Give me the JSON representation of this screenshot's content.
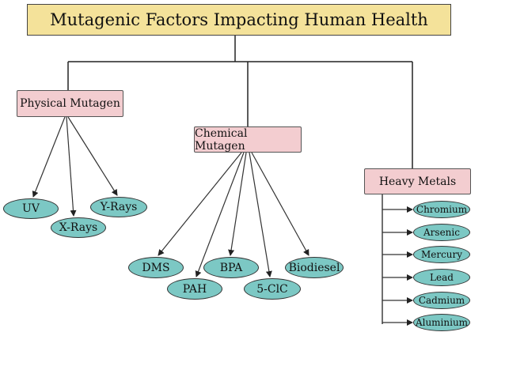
{
  "title": "Mutagenic Factors Impacting Human Health",
  "categories": {
    "physical": {
      "label": "Physical Mutagen",
      "items": [
        "UV",
        "X-Rays",
        "Y-Rays"
      ]
    },
    "chemical": {
      "label": "Chemical Mutagen",
      "items": [
        "DMS",
        "PAH",
        "BPA",
        "5-ClC",
        "Biodiesel"
      ]
    },
    "metals": {
      "label": "Heavy Metals",
      "items": [
        "Chromium",
        "Arsenic",
        "Mercury",
        "Lead",
        "Cadmium",
        "Aluminium"
      ]
    }
  },
  "colors": {
    "title_fill": "#f4e29a",
    "category_fill": "#f3cdd0",
    "item_fill": "#7cc8c4",
    "line": "#222222"
  }
}
